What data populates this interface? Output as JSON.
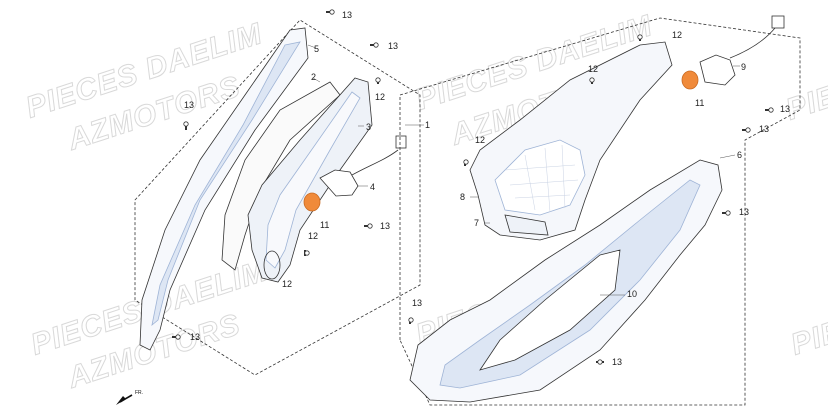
{
  "watermarks": {
    "line1": "PIECES DAELIM",
    "line2": "AZMOTORS",
    "partial": "PIE"
  },
  "callouts": {
    "p1": "1",
    "p2": "2",
    "p3": "3",
    "p4": "4",
    "p5": "5",
    "p6": "6",
    "p7": "7",
    "p8": "8",
    "p9": "9",
    "p10": "10",
    "p11": "11",
    "p12": "12",
    "p13": "13"
  },
  "front_label": "FR.",
  "colors": {
    "line": "#333333",
    "lens": "#9fb4d6",
    "bulb": "#f08a3a",
    "watermark": "#d9d9d9"
  }
}
